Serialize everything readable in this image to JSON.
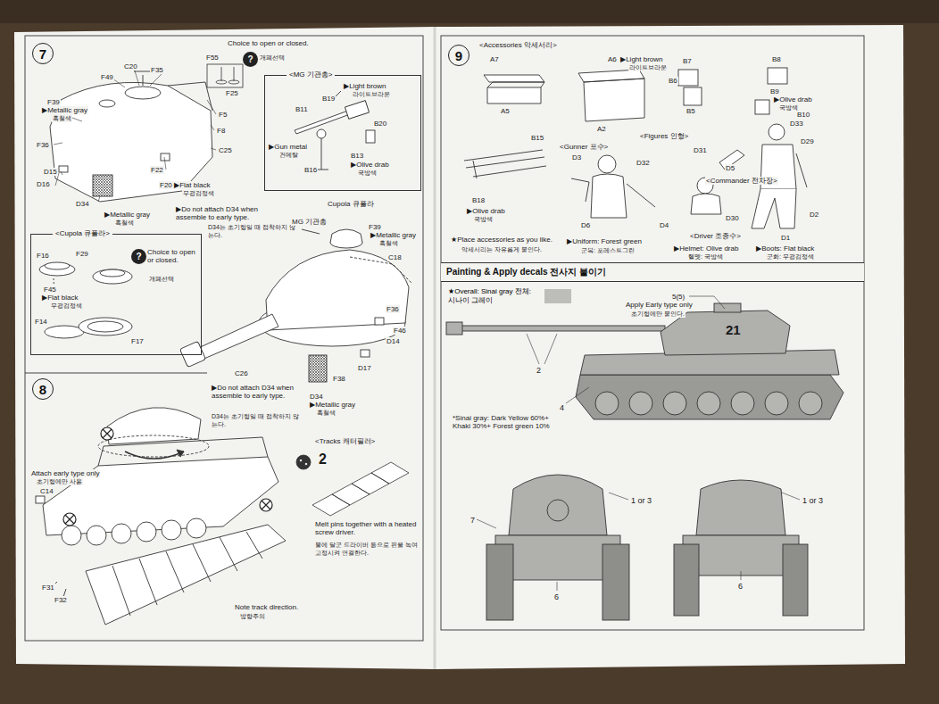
{
  "diagram": {
    "nodes": [
      {
        "text": [
          "7"
        ]
      },
      {
        "text": [
          "?"
        ]
      },
      {
        "text": [
          "<MG 기관총>"
        ]
      },
      {
        "text": [
          "<Cupola 큐폴라>"
        ]
      },
      {
        "text": [
          "?"
        ],
        "in": 3
      },
      {
        "text": [
          "8"
        ]
      },
      {
        "text": [
          "9"
        ]
      },
      {
        "text": [
          "Painting & Apply decals 전사지 붙이기"
        ]
      }
    ],
    "labels": [
      "Choice to open or closed.",
      "개폐선택",
      "F55",
      "F25",
      "F35",
      "C20",
      "F49",
      "F39",
      "▶Metallic gray",
      "흑철색",
      "F36",
      "F5",
      "F8",
      "C25",
      "F22",
      "F20",
      "▶Flat black",
      "무광검정색",
      "D15",
      "D16",
      "D34",
      "▶Metallic gray",
      "흑철색",
      "▶Do not attach D34 when assemble to early type.",
      "D34는 초기형일 때 접착하지 않는다.",
      "F16",
      "F29",
      "F45",
      "▶Flat black",
      "무광검정색",
      "F14",
      "F17",
      "Choice to open or closed.",
      "개폐선택",
      "▶Light brown",
      "라이트브라운",
      "B19",
      "B11",
      "B20",
      "▶Gun metal",
      "건메탈",
      "B16",
      "B13",
      "▶Olive drab",
      "국방색",
      "Cupola 큐폴라",
      "MG 기관총",
      "F39",
      "▶Metallic gray",
      "흑철색",
      "C18",
      "F36",
      "F46",
      "D14",
      "D17",
      "F38",
      "C26",
      "D34",
      "▶Metallic gray",
      "흑철색",
      "▶Do not attach D34 when assemble to early type.",
      "D34는 초기형일 때 접착하지 않는다.",
      "Attach early type only",
      "초기형에만 사용",
      "C14",
      "F31",
      "F32",
      "<Tracks 캐터필러>",
      "2",
      "Melt pins together with a heated screw driver.",
      "불에 달군 드라이버 등으로 핀을 녹여 고정시켜 연결한다.",
      "Note track direction.",
      "방향주의",
      "<Accessories 악세서리>",
      "A7",
      "A6",
      "▶Light brown",
      "라이트브라운",
      "B7",
      "B8",
      "A5",
      "A2",
      "B6",
      "B5",
      "B9",
      "▶Olive drab",
      "국방색",
      "B10",
      "B15",
      "B18",
      "▶Olive drab",
      "국방색",
      "<Figures 인형>",
      "<Gunner 포수>",
      "D3",
      "D32",
      "D31",
      "D33",
      "D29",
      "D5",
      "<Commander 전차장>",
      "D6",
      "D4",
      "D30",
      "<Driver 조종수>",
      "D2",
      "D1",
      "★Place accessories as you like.",
      "악세서리는 자유롭게 붙인다.",
      "▶Uniform: Forest green",
      "군복: 포레스트그린",
      "▶Helmet: Olive drab",
      "헬멧: 국방색",
      "▶Boots: Flat black",
      "군화: 무광검정색",
      "5(5)",
      "Apply Early type only",
      "초기형에만 붙인다.",
      "21",
      "2",
      "4",
      "*Sinai gray: Dark Yellow 60%+ Khaki 30%+ Forest green 10%",
      "1 or 3",
      "1 or 3",
      "7",
      "6",
      "6"
    ],
    "legend": [
      {
        "text": "★Overall: Sinai gray 전체: 시나이 그레이",
        "color": "#bdbdba"
      }
    ]
  }
}
